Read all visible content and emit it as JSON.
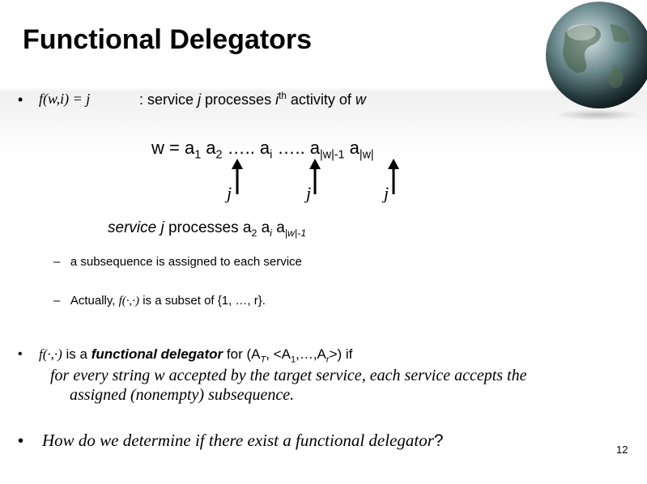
{
  "slide": {
    "title": "Functional Delegators",
    "page_number": "12",
    "bullet1": {
      "formula": "f(w,i) = j",
      "text_a": ":  service ",
      "text_j": "j",
      "text_b": " processes ",
      "text_i": "i",
      "text_th": "th",
      "text_c": " activity of ",
      "text_w": "w"
    },
    "sequence": {
      "w_eq": "w = a",
      "s1": "1",
      "a2": "  a",
      "s2": "2",
      "dots1": "  …..   a",
      "si": "i",
      "dots2": "  ….. a",
      "sw1": "|w|-1",
      "a_last": " a",
      "sw": "|w|",
      "labels": [
        "j",
        "j",
        "j"
      ]
    },
    "processes_line": {
      "a": "service ",
      "j": "j",
      "b": " processes a",
      "s2": "2",
      "c": " a",
      "si": "i",
      "d": " a",
      "sw1": "|w|-1"
    },
    "sub1": "a subsequence is assigned to each service",
    "sub2": {
      "a": "Actually, ",
      "f": "f(·,·)",
      "b": " is a subset of {1, …, r}."
    },
    "bullet2": {
      "f": "f(·,·)",
      "a": " is a ",
      "bold": "functional delegator",
      "b": " for (A",
      "sT": "T",
      "c": ", <A",
      "s1": "1",
      "d": ",…,A",
      "sr": "r",
      "e": ">) if",
      "line1": "for every string w accepted by the target service, each service accepts the",
      "line2": "assigned (nonempty) subsequence."
    },
    "bullet3": {
      "a": "How do we determine if there exist a functional delegator",
      "q": "?"
    },
    "bullet_glyph": "•",
    "dash_glyph": "–"
  }
}
